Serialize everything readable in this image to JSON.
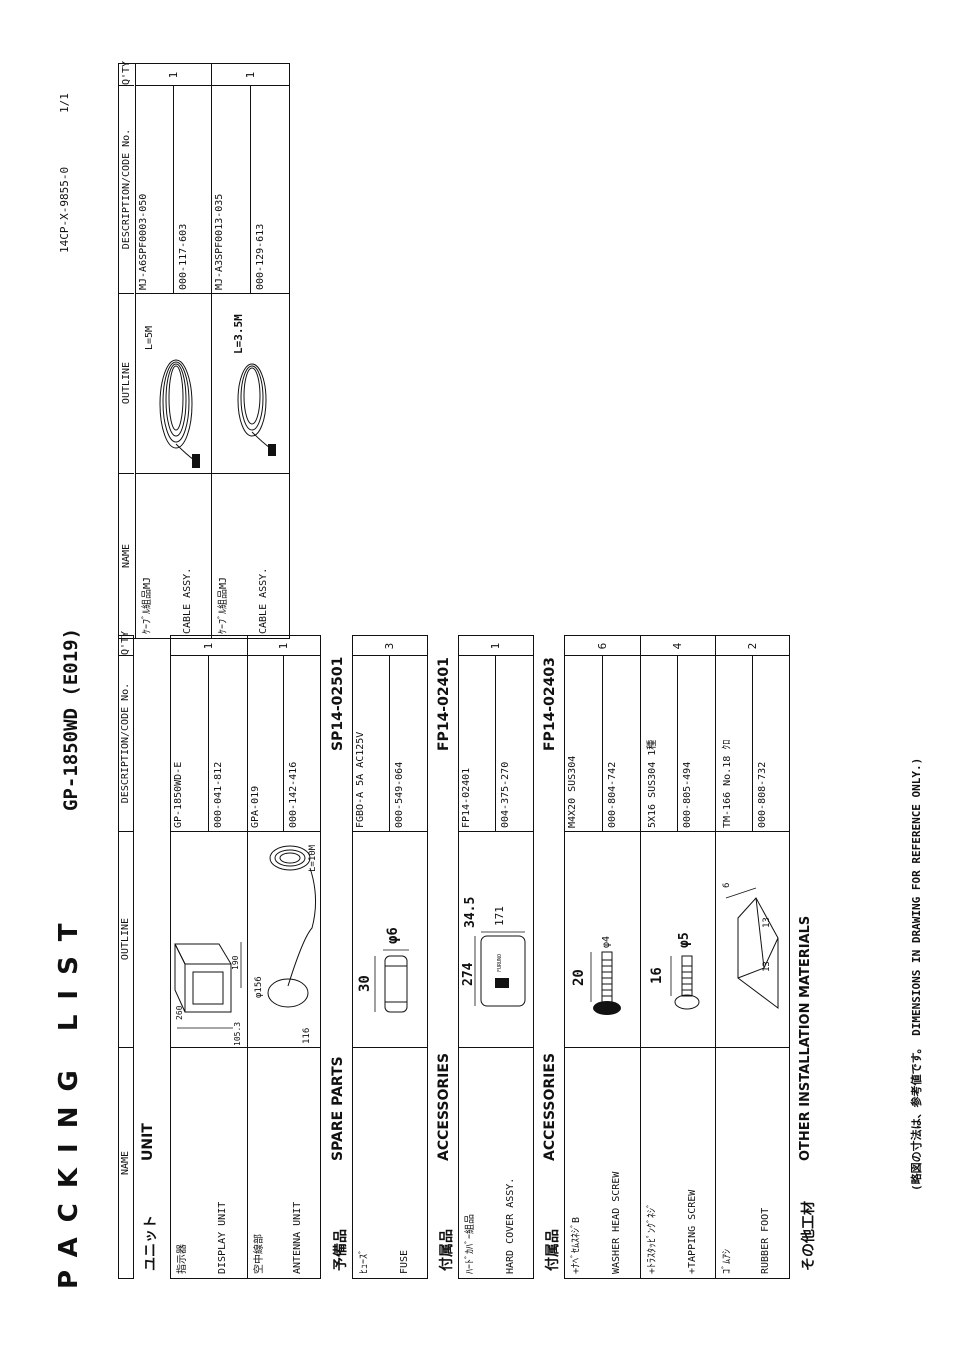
{
  "header": {
    "doc_no": "14CP-X-9855-0",
    "page": "1/1",
    "title": "PACKING LIST",
    "model": "GP-1850WD (E019)"
  },
  "columns": {
    "name": "NAME",
    "outline": "OUTLINE",
    "desc": "DESCRIPTION/CODE No.",
    "qty": "Q'TY"
  },
  "sections": {
    "unit": {
      "jp": "ユニット",
      "en": "UNIT",
      "code": ""
    },
    "spare": {
      "jp": "予備品",
      "en": "SPARE PARTS",
      "code": "SP14-02501"
    },
    "acc1": {
      "jp": "付属品",
      "en": "ACCESSORIES",
      "code": "FP14-02401"
    },
    "acc2": {
      "jp": "付属品",
      "en": "ACCESSORIES",
      "code": "FP14-02403"
    },
    "other": {
      "jp": "その他工材",
      "en": "OTHER INSTALLATION MATERIALS"
    }
  },
  "items": {
    "display": {
      "jp": "指示器",
      "en": "DISPLAY UNIT",
      "desc": "GP-1850WD-E",
      "code": "000-041-812",
      "qty": "1",
      "dims": [
        "260",
        "190",
        "105.3"
      ]
    },
    "antenna": {
      "jp": "空中線部",
      "en": "ANTENNA UNIT",
      "desc": "GPA-019",
      "code": "000-142-416",
      "qty": "1",
      "dims": [
        "φ156",
        "116",
        "L=10M"
      ]
    },
    "fuse": {
      "jp": "ﾋｭｰｽﾞ",
      "en": "FUSE",
      "desc": "FGBO-A 5A AC125V",
      "code": "000-549-064",
      "qty": "3",
      "dims": [
        "30",
        "φ6"
      ]
    },
    "cover": {
      "jp": "ﾊｰﾄﾞｶﾊﾞｰ組品",
      "en": "HARD COVER ASSY.",
      "desc": "FP14-02401",
      "code": "004-375-270",
      "qty": "1",
      "dims": [
        "274",
        "34.5",
        "171"
      ],
      "logo": "FURUNO"
    },
    "washer": {
      "jp": "+ﾅﾍﾞｾﾑｽﾈｼﾞB",
      "en": "WASHER HEAD SCREW",
      "desc": "M4X20 SUS304",
      "code": "000-804-742",
      "qty": "6",
      "dims": [
        "20",
        "φ4"
      ]
    },
    "tapping": {
      "jp": "+ﾄﾗｽﾀｯﾋﾟﾝｸﾞﾈｼﾞ",
      "en": "+TAPPING SCREW",
      "desc": "5X16 SUS304 1種",
      "code": "000-805-494",
      "qty": "4",
      "dims": [
        "16",
        "φ5"
      ]
    },
    "rubber": {
      "jp": "ｺﾞﾑｱｼ",
      "en": "RUBBER FOOT",
      "desc": "TM-166 No.18 ｸﾛ",
      "code": "000-808-732",
      "qty": "2",
      "dims": [
        "6",
        "13",
        "13"
      ]
    },
    "cable1": {
      "jp": "ｹｰﾌﾞﾙ組品MJ",
      "en": "CABLE ASSY.",
      "desc": "MJ-A6SPF0003-050",
      "code": "000-117-603",
      "qty": "1",
      "dims": [
        "L=5M"
      ]
    },
    "cable2": {
      "jp": "ｹｰﾌﾞﾙ組品MJ",
      "en": "CABLE ASSY.",
      "desc": "MJ-A3SPF0013-035",
      "code": "000-129-613",
      "qty": "1",
      "dims": [
        "L=3.5M"
      ]
    }
  },
  "footnote": "(略図の寸法は、参考値です。 DIMENSIONS IN DRAWING FOR REFERENCE ONLY.)"
}
